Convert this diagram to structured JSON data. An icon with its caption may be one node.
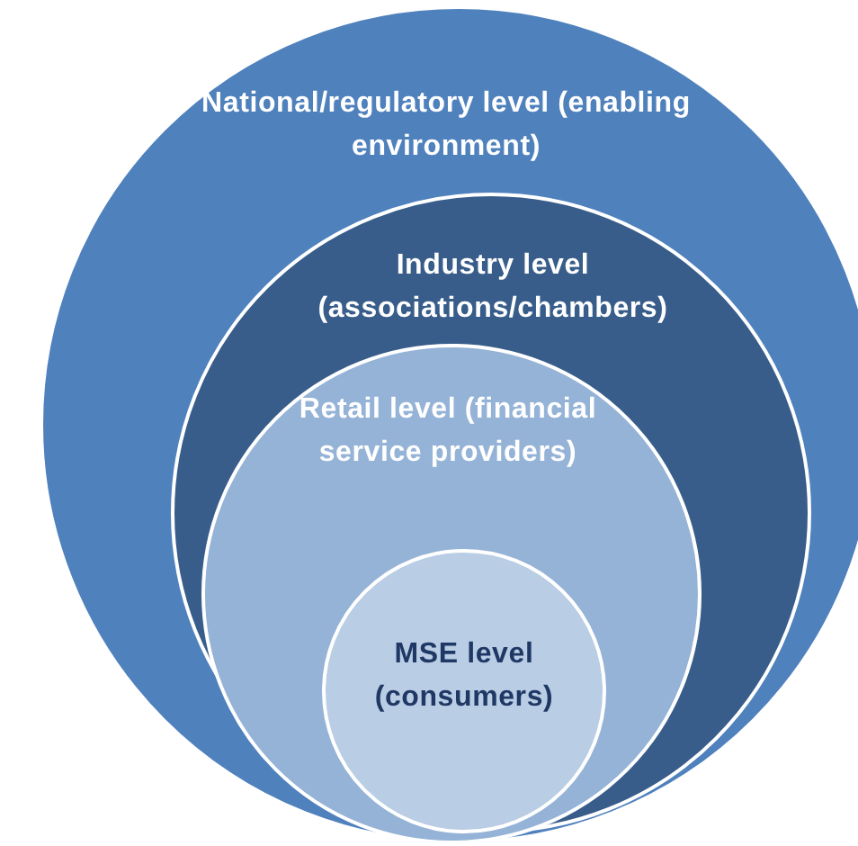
{
  "diagram": {
    "nodes": [
      {
        "text": [
          "National/regulatory level (enabling environment)"
        ]
      },
      {
        "text": [
          "Industry level (associations/chambers)"
        ],
        "in": 0
      },
      {
        "text": [
          "Retail level (financial service providers)"
        ],
        "in": 1
      },
      {
        "text": [
          "MSE level (consumers)"
        ],
        "in": 2
      }
    ]
  }
}
